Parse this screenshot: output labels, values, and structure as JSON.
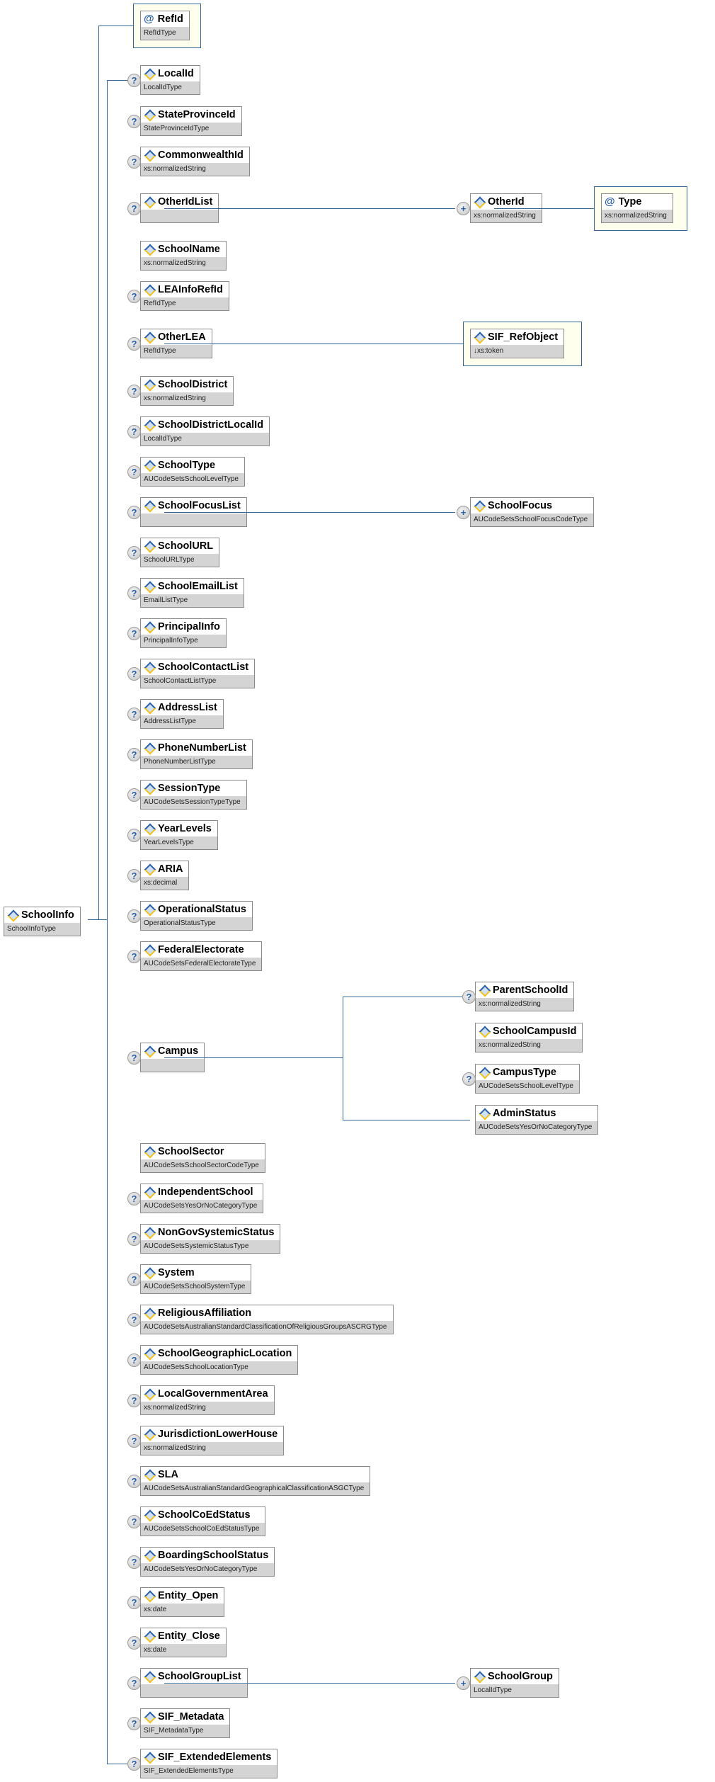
{
  "root": {
    "name": "SchoolInfo",
    "type": "SchoolInfoType"
  },
  "root_attribute": {
    "name": "RefId",
    "type": "RefIdType"
  },
  "elements": [
    {
      "name": "LocalId",
      "type": "LocalIdType",
      "optional": true
    },
    {
      "name": "StateProvinceId",
      "type": "StateProvinceIdType",
      "optional": true
    },
    {
      "name": "CommonwealthId",
      "type": "xs:normalizedString",
      "optional": true
    },
    {
      "name": "OtherIdList",
      "type": "",
      "optional": true
    },
    {
      "name": "SchoolName",
      "type": "xs:normalizedString",
      "optional": false
    },
    {
      "name": "LEAInfoRefId",
      "type": "RefIdType",
      "optional": true
    },
    {
      "name": "OtherLEA",
      "type": "RefIdType",
      "optional": true
    },
    {
      "name": "SchoolDistrict",
      "type": "xs:normalizedString",
      "optional": true
    },
    {
      "name": "SchoolDistrictLocalId",
      "type": "LocalIdType",
      "optional": true
    },
    {
      "name": "SchoolType",
      "type": "AUCodeSetsSchoolLevelType",
      "optional": true
    },
    {
      "name": "SchoolFocusList",
      "type": "",
      "optional": true
    },
    {
      "name": "SchoolURL",
      "type": "SchoolURLType",
      "optional": true
    },
    {
      "name": "SchoolEmailList",
      "type": "EmailListType",
      "optional": true
    },
    {
      "name": "PrincipalInfo",
      "type": "PrincipalInfoType",
      "optional": true
    },
    {
      "name": "SchoolContactList",
      "type": "SchoolContactListType",
      "optional": true
    },
    {
      "name": "AddressList",
      "type": "AddressListType",
      "optional": true
    },
    {
      "name": "PhoneNumberList",
      "type": "PhoneNumberListType",
      "optional": true
    },
    {
      "name": "SessionType",
      "type": "AUCodeSetsSessionTypeType",
      "optional": true
    },
    {
      "name": "YearLevels",
      "type": "YearLevelsType",
      "optional": true
    },
    {
      "name": "ARIA",
      "type": "xs:decimal",
      "optional": true
    },
    {
      "name": "OperationalStatus",
      "type": "OperationalStatusType",
      "optional": true
    },
    {
      "name": "FederalElectorate",
      "type": "AUCodeSetsFederalElectorateType",
      "optional": true
    },
    {
      "name": "Campus",
      "type": "",
      "optional": true
    },
    {
      "name": "SchoolSector",
      "type": "AUCodeSetsSchoolSectorCodeType",
      "optional": false
    },
    {
      "name": "IndependentSchool",
      "type": "AUCodeSetsYesOrNoCategoryType",
      "optional": true
    },
    {
      "name": "NonGovSystemicStatus",
      "type": "AUCodeSetsSystemicStatusType",
      "optional": true
    },
    {
      "name": "System",
      "type": "AUCodeSetsSchoolSystemType",
      "optional": true
    },
    {
      "name": "ReligiousAffiliation",
      "type": "AUCodeSetsAustralianStandardClassificationOfReligiousGroupsASCRGType",
      "optional": true
    },
    {
      "name": "SchoolGeographicLocation",
      "type": "AUCodeSetsSchoolLocationType",
      "optional": true
    },
    {
      "name": "LocalGovernmentArea",
      "type": "xs:normalizedString",
      "optional": true
    },
    {
      "name": "JurisdictionLowerHouse",
      "type": "xs:normalizedString",
      "optional": true
    },
    {
      "name": "SLA",
      "type": "AUCodeSetsAustralianStandardGeographicalClassificationASGCType",
      "optional": true
    },
    {
      "name": "SchoolCoEdStatus",
      "type": "AUCodeSetsSchoolCoEdStatusType",
      "optional": true
    },
    {
      "name": "BoardingSchoolStatus",
      "type": "AUCodeSetsYesOrNoCategoryType",
      "optional": true
    },
    {
      "name": "Entity_Open",
      "type": "xs:date",
      "optional": true
    },
    {
      "name": "Entity_Close",
      "type": "xs:date",
      "optional": true
    },
    {
      "name": "SchoolGroupList",
      "type": "",
      "optional": true
    },
    {
      "name": "SIF_Metadata",
      "type": "SIF_MetadataType",
      "optional": true
    },
    {
      "name": "SIF_ExtendedElements",
      "type": "SIF_ExtendedElementsType",
      "optional": true
    }
  ],
  "other_id": {
    "name": "OtherId",
    "type": "xs:normalizedString",
    "attribute": {
      "name": "Type",
      "type": "xs:normalizedString"
    }
  },
  "other_lea_attribute": {
    "name": "SIF_RefObject",
    "type": "xs:token"
  },
  "school_focus": {
    "name": "SchoolFocus",
    "type": "AUCodeSetsSchoolFocusCodeType"
  },
  "campus_children": [
    {
      "name": "ParentSchoolId",
      "type": "xs:normalizedString",
      "optional": true
    },
    {
      "name": "SchoolCampusId",
      "type": "xs:normalizedString",
      "optional": false
    },
    {
      "name": "CampusType",
      "type": "AUCodeSetsSchoolLevelType",
      "optional": true
    },
    {
      "name": "AdminStatus",
      "type": "AUCodeSetsYesOrNoCategoryType",
      "optional": false
    }
  ],
  "school_group": {
    "name": "SchoolGroup",
    "type": "LocalIdType"
  },
  "colors": {
    "line": "#336699",
    "attribute_fill": "#ffffee",
    "type_fill": "#d4d4d4"
  }
}
